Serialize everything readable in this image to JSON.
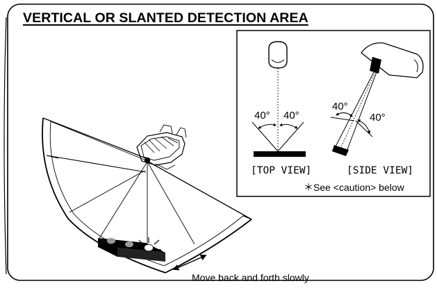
{
  "title": "VERTICAL OR SLANTED DETECTION AREA",
  "inset": {
    "top_view": {
      "label": "[TOP VIEW]",
      "angle_left": "40°",
      "angle_right": "40°"
    },
    "side_view": {
      "label": "[SIDE VIEW]",
      "angle_left": "40°",
      "angle_right": "40°"
    },
    "caution_note": "＊See <caution> below"
  },
  "motion_caption": "Move back and forth slowly",
  "colors": {
    "ink": "#000000",
    "background": "#ffffff",
    "device_body": "#1a1a1a",
    "lens_light": "#9a9a9a"
  }
}
